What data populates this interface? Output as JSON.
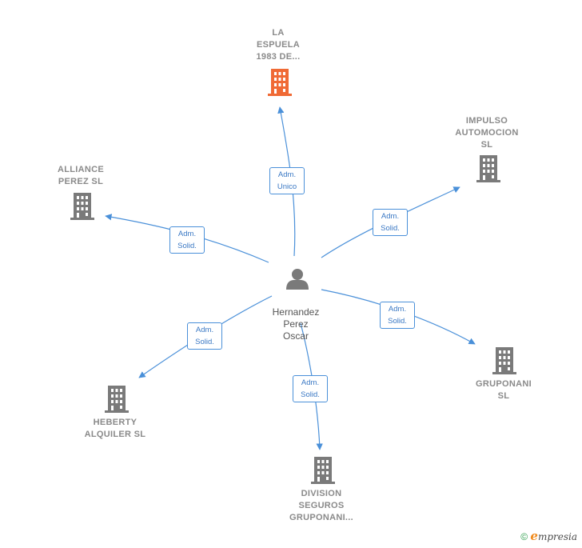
{
  "center": {
    "name": "Hernandez\nPerez\nOscar",
    "icon": "person-icon"
  },
  "nodes": [
    {
      "id": "la-espuela",
      "label": "LA\nESPUELA\n1983 DE...",
      "icon": "building-icon",
      "color": "#f06a35",
      "role": "Adm.\nUnico"
    },
    {
      "id": "impulso",
      "label": "IMPULSO\nAUTOMOCION\nSL",
      "icon": "building-icon",
      "color": "#7a7a7a",
      "role": "Adm.\nSolid."
    },
    {
      "id": "alliance",
      "label": "ALLIANCE\nPEREZ  SL",
      "icon": "building-icon",
      "color": "#7a7a7a",
      "role": "Adm.\nSolid."
    },
    {
      "id": "gruponani",
      "label": "GRUPONANI\nSL",
      "icon": "building-icon",
      "color": "#7a7a7a",
      "role": "Adm.\nSolid."
    },
    {
      "id": "heberty",
      "label": "HEBERTY\nALQUILER  SL",
      "icon": "building-icon",
      "color": "#7a7a7a",
      "role": "Adm.\nSolid."
    },
    {
      "id": "division",
      "label": "DIVISION\nSEGUROS\nGRUPONANI...",
      "icon": "building-icon",
      "color": "#7a7a7a",
      "role": "Adm.\nSolid."
    }
  ],
  "colors": {
    "edge": "#4a90d9",
    "person": "#7a7a7a"
  },
  "footer": {
    "copyright": "©",
    "brand_initial": "e",
    "brand_rest": "mpresia"
  }
}
